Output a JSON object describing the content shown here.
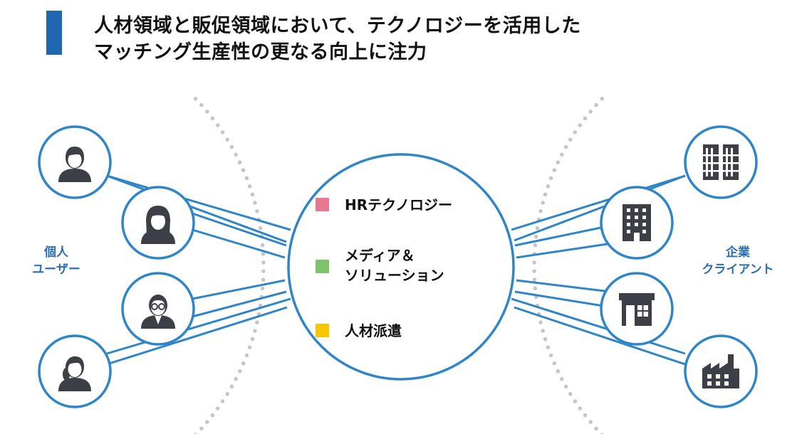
{
  "title": {
    "line1": "人材領域と販促領域において、テクノロジーを活用した",
    "line2": "マッチング生産性の更なる向上に注力"
  },
  "left_group": {
    "line1": "個人",
    "line2": "ユーザー"
  },
  "right_group": {
    "line1": "企業",
    "line2": "クライアント"
  },
  "center": {
    "items": [
      {
        "label": "HRテクノロジー",
        "color": "#e8788f"
      },
      {
        "label": "メディア＆\nソリューション",
        "color": "#7cc36a"
      },
      {
        "label": "人材派遣",
        "color": "#f7c600"
      }
    ]
  },
  "left_nodes": [
    {
      "icon": "person-short-hair-icon"
    },
    {
      "icon": "person-long-hair-icon"
    },
    {
      "icon": "person-glasses-suit-icon"
    },
    {
      "icon": "person-ponytail-icon"
    }
  ],
  "right_nodes": [
    {
      "icon": "tall-building-icon"
    },
    {
      "icon": "office-building-icon"
    },
    {
      "icon": "storefront-icon"
    },
    {
      "icon": "factory-icon"
    }
  ],
  "colors": {
    "accent": "#1f67b0",
    "line": "#2e86c8",
    "label": "#2a6fb0",
    "icon": "#3c3f45",
    "dots": "#c4c6c9"
  }
}
